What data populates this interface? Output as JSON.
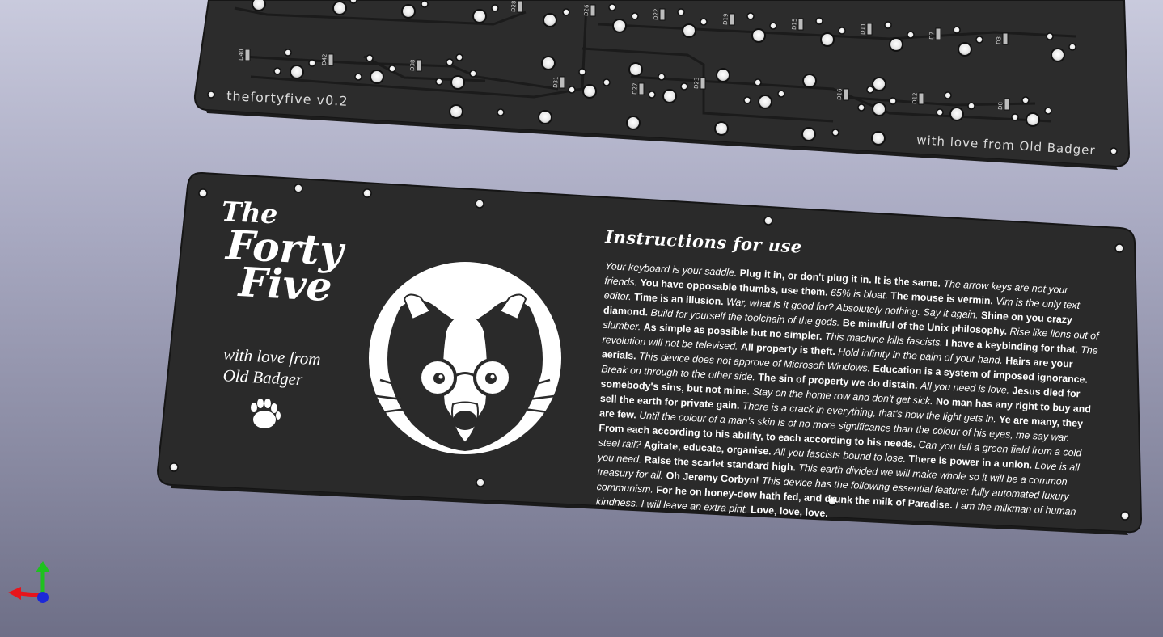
{
  "top_board": {
    "name": "thefortyfive v0.2",
    "credit": "with love from Old Badger",
    "diode_labels": [
      "D40",
      "D42",
      "D38",
      "D31",
      "D27",
      "D23",
      "D16",
      "D12",
      "D8",
      "D26",
      "D22",
      "D19",
      "D15",
      "D11",
      "D7",
      "D3",
      "D28"
    ]
  },
  "back_plate": {
    "title_line1": "The",
    "title_line2": "Forty",
    "title_line3": "Five",
    "credit_line1": "with love from",
    "credit_line2": "Old Badger",
    "heading": "Instructions for use",
    "instructions_lines": [
      [
        [
          "i",
          "Your keyboard is your saddle. "
        ],
        [
          "b",
          "Plug it in, or don't plug it in. It is the same. "
        ],
        [
          "i",
          "The arrow keys are not your"
        ]
      ],
      [
        [
          "i",
          "friends. "
        ],
        [
          "b",
          "You have opposable thumbs, use them. "
        ],
        [
          "i",
          "65% is bloat. "
        ],
        [
          "b",
          "The mouse is vermin. "
        ],
        [
          "i",
          "Vim is the only text"
        ]
      ],
      [
        [
          "i",
          "editor. "
        ],
        [
          "b",
          "Time is an illusion. "
        ],
        [
          "i",
          "War, what is it good for? Absolutely nothing. Say it again. "
        ],
        [
          "b",
          "Shine on you crazy"
        ]
      ],
      [
        [
          "b",
          "diamond. "
        ],
        [
          "i",
          "Build for yourself the toolchain of the gods. "
        ],
        [
          "b",
          "Be mindful of the Unix philosophy. "
        ],
        [
          "i",
          "Rise like lions out of"
        ]
      ],
      [
        [
          "i",
          "slumber. "
        ],
        [
          "b",
          "As simple as possible but no simpler. "
        ],
        [
          "i",
          "This machine kills fascists. "
        ],
        [
          "b",
          "I have a keybinding for that. "
        ],
        [
          "i",
          "The"
        ]
      ],
      [
        [
          "i",
          "revolution will not be televised. "
        ],
        [
          "b",
          "All property is theft. "
        ],
        [
          "i",
          "Hold infinity in the palm of your hand. "
        ],
        [
          "b",
          "Hairs are your"
        ]
      ],
      [
        [
          "b",
          "aerials. "
        ],
        [
          "i",
          "This device does not approve of Microsoft Windows. "
        ],
        [
          "b",
          "Education is a system of imposed ignorance."
        ]
      ],
      [
        [
          "i",
          "Break on through to the other side. "
        ],
        [
          "b",
          "The sin of property we do distain. "
        ],
        [
          "i",
          "All you need is love. "
        ],
        [
          "b",
          "Jesus died for"
        ]
      ],
      [
        [
          "b",
          "somebody's sins, but not mine. "
        ],
        [
          "i",
          "Stay on the home row and don't get sick. "
        ],
        [
          "b",
          "No man has any right to buy and"
        ]
      ],
      [
        [
          "b",
          "sell the earth for private gain. "
        ],
        [
          "i",
          "There is a crack in everything, that's how the light gets in. "
        ],
        [
          "b",
          "Ye are many, they"
        ]
      ],
      [
        [
          "b",
          "are few. "
        ],
        [
          "i",
          "Until the colour of a man's skin is of no more significance than the colour of his eyes, me say war."
        ]
      ],
      [
        [
          "b",
          "From each according to his ability, to each according to his needs. "
        ],
        [
          "i",
          "Can you tell a green field from a cold"
        ]
      ],
      [
        [
          "i",
          "steel rail? "
        ],
        [
          "b",
          "Agitate, educate, organise. "
        ],
        [
          "i",
          "All you fascists bound to lose. "
        ],
        [
          "b",
          "There is power in a union. "
        ],
        [
          "i",
          "Love is all"
        ]
      ],
      [
        [
          "i",
          "you need. "
        ],
        [
          "b",
          "Raise the scarlet standard high. "
        ],
        [
          "i",
          "This earth divided we will make whole so it will be a common"
        ]
      ],
      [
        [
          "i",
          "treasury for all. "
        ],
        [
          "b",
          "Oh Jeremy Corbyn! "
        ],
        [
          "i",
          "This device has the following essential feature: fully automated luxury"
        ]
      ],
      [
        [
          "i",
          "communism. "
        ],
        [
          "b",
          "For he on honey-dew hath fed, and drunk the milk of Paradise. "
        ],
        [
          "i",
          "I am the milkman of human"
        ]
      ],
      [
        [
          "i",
          "kindness. I will leave an extra pint. "
        ],
        [
          "b",
          "Love, love, love."
        ]
      ]
    ]
  },
  "axis_gizmo": {
    "x_color": "#e8141b",
    "y_color": "#1ec21e",
    "z_color": "#1c28d8"
  },
  "colors": {
    "board": "#2b2b2b",
    "board_edge": "#1a1a1a",
    "silk": "#f2f2f2",
    "copper_trace": "#1e1e1e"
  }
}
